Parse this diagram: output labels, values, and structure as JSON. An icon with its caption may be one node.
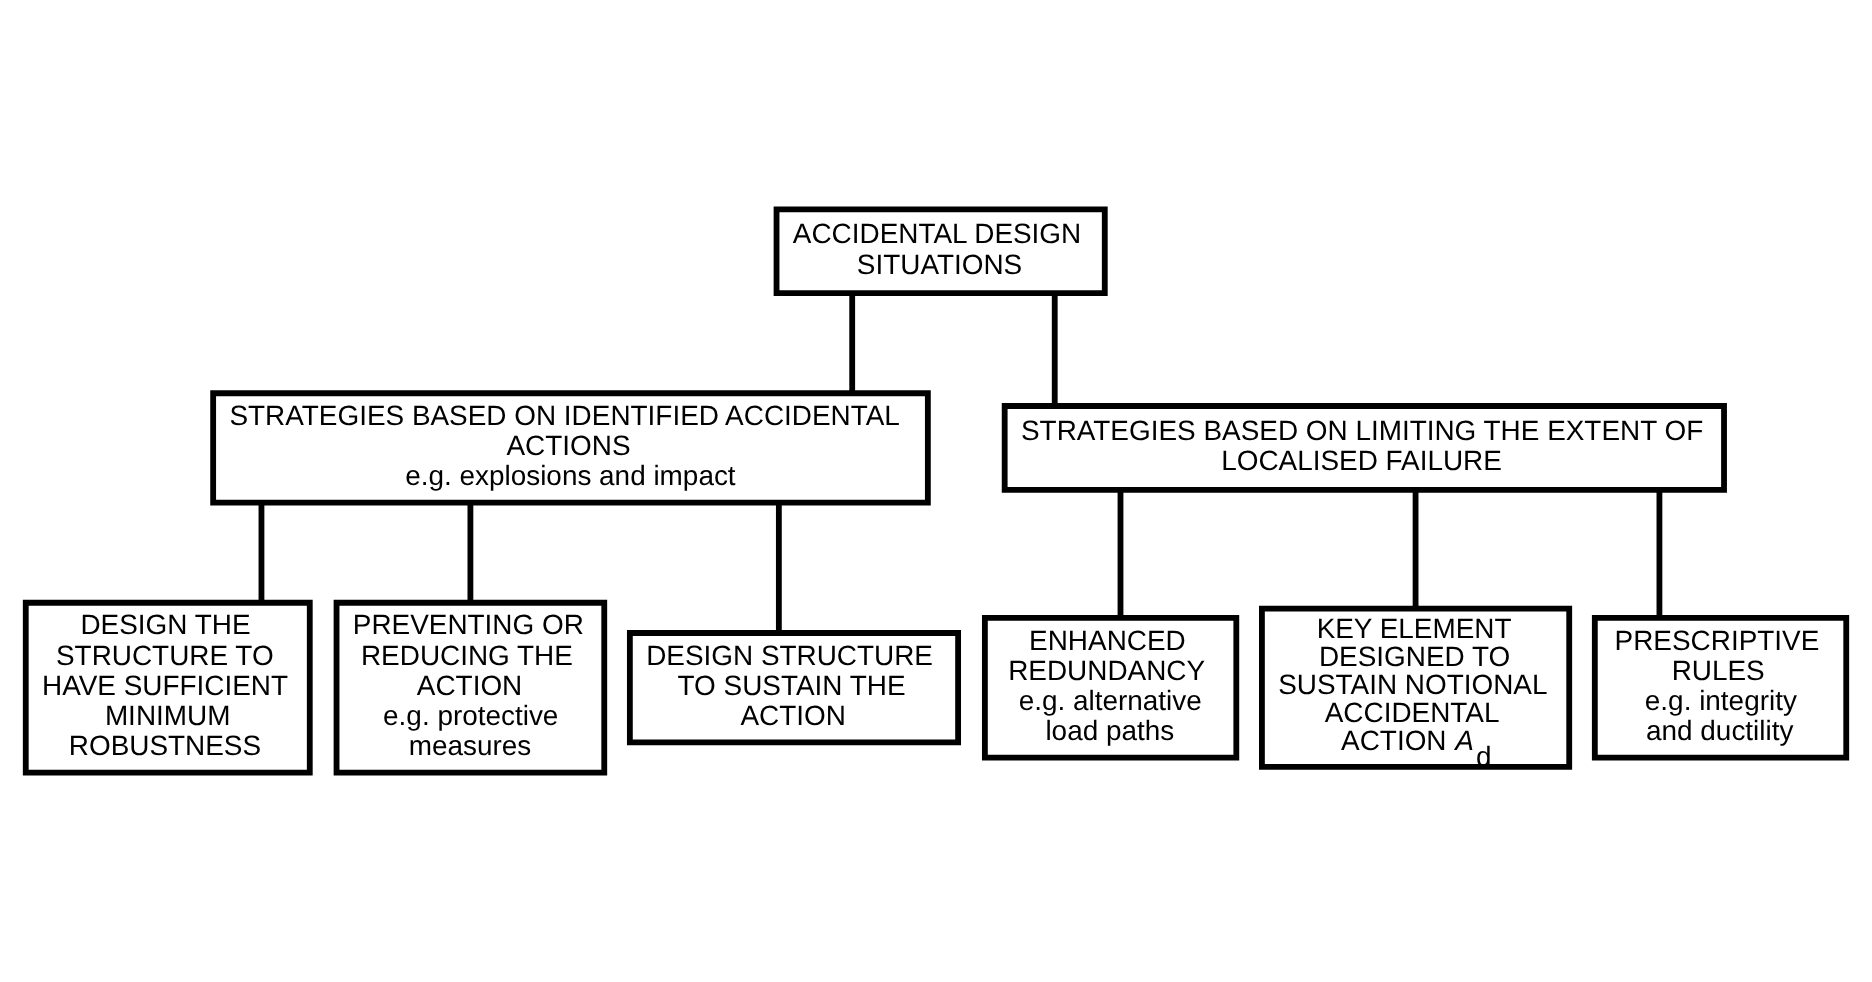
{
  "diagram": {
    "nodes": [
      {
        "text": [
          "ACCIDENTAL DESIGN SITUATIONS"
        ]
      },
      {
        "text": [
          "STRATEGIES BASED ON IDENTIFIED ACCIDENTAL ACTIONS",
          "e.g. explosions and impact"
        ]
      },
      {
        "text": [
          "STRATEGIES BASED ON LIMITING THE EXTENT OF LOCALISED FAILURE"
        ]
      },
      {
        "text": [
          "DESIGN THE STRUCTURE TO HAVE SUFFICIENT MINIMUM ROBUSTNESS"
        ]
      },
      {
        "text": [
          "PREVENTING OR REDUCING THE ACTION",
          "e.g. protective measures"
        ]
      },
      {
        "text": [
          "DESIGN STRUCTURE TO SUSTAIN THE ACTION"
        ]
      },
      {
        "text": [
          "ENHANCED REDUNDANCY",
          "e.g. alternative load paths"
        ]
      },
      {
        "text": [
          "KEY ELEMENT DESIGNED TO SUSTAIN NOTIONAL ACCIDENTAL ACTION *A*$_{d}$"
        ]
      },
      {
        "text": [
          "PRESCRIPTIVE RULES",
          "e.g. integrity and ductility"
        ]
      }
    ],
    "edges": [
      {
        "from": 0,
        "to": 1,
        "arrow": "none"
      },
      {
        "from": 0,
        "to": 2,
        "arrow": "none"
      },
      {
        "from": 1,
        "to": 3,
        "arrow": "none"
      },
      {
        "from": 1,
        "to": 4,
        "arrow": "none"
      },
      {
        "from": 1,
        "to": 5,
        "arrow": "none"
      },
      {
        "from": 2,
        "to": 6,
        "arrow": "none"
      },
      {
        "from": 2,
        "to": 7,
        "arrow": "none"
      },
      {
        "from": 2,
        "to": 8,
        "arrow": "none"
      }
    ]
  }
}
